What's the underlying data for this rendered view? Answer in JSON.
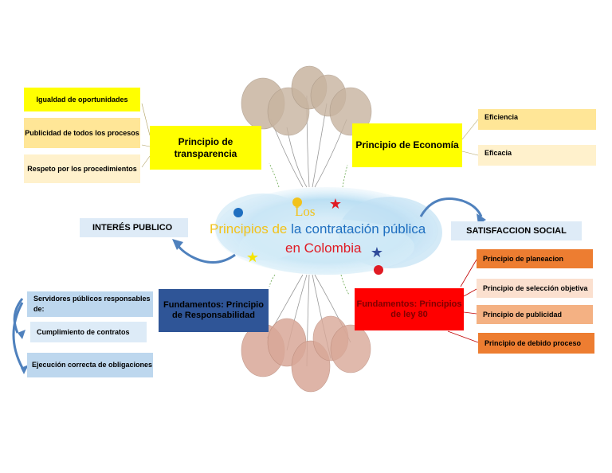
{
  "title": {
    "los": "Los",
    "principios": "Principios",
    "de": "de",
    "contratacion": "la contratación pública",
    "colombia": "en Colombia"
  },
  "transparencia": {
    "header": "Principio de transparencia",
    "items": [
      "Igualdad de oportunidades",
      "Publicidad de todos los procesos",
      "Respeto por los procedimientos"
    ]
  },
  "economia": {
    "header": "Principio de Economía",
    "items": [
      "Eficiencia",
      "Eficacia"
    ]
  },
  "interes_publico": "INTERÉS PUBLICO",
  "satisfaccion_social": "SATISFACCION SOCIAL",
  "responsabilidad": {
    "header": "Fundamentos: Principio de Responsabilidad",
    "items": [
      "Servidores públicos responsables de:",
      "Cumplimiento de contratos",
      "Ejecución correcta de obligaciones"
    ]
  },
  "ley80": {
    "header": "Fundamentos: Principios de ley 80",
    "items": [
      "Principio de planeacion",
      "Principio de selección objetiva",
      "Principio de publicidad",
      "Principio de debido proceso"
    ]
  },
  "colors": {
    "yellow_header": "#ffff00",
    "light_yellow": "#ffe697",
    "blue_header": "#2f5597",
    "light_blue": "#bdd7ee",
    "red_header": "#ff0000",
    "orange": "#ed7d31"
  }
}
